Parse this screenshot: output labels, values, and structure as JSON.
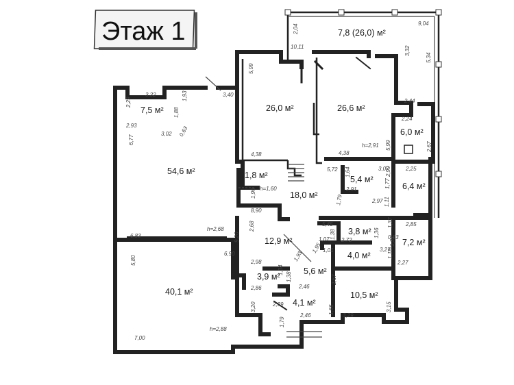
{
  "title": "Этаж 1",
  "areas": [
    {
      "id": "terrace",
      "label": "7,8 (26,0) м²"
    },
    {
      "id": "r7_5",
      "label": "7,5 м²"
    },
    {
      "id": "r26_0",
      "label": "26,0 м²"
    },
    {
      "id": "r26_6",
      "label": "26,6 м²"
    },
    {
      "id": "r6_0",
      "label": "6,0 м²"
    },
    {
      "id": "r54_6",
      "label": "54,6 м²"
    },
    {
      "id": "r1_8",
      "label": "1,8 м²"
    },
    {
      "id": "r5_4",
      "label": "5,4 м²"
    },
    {
      "id": "r6_4",
      "label": "6,4 м²"
    },
    {
      "id": "r18_0",
      "label": "18,0 м²"
    },
    {
      "id": "r3_8",
      "label": "3,8 м²"
    },
    {
      "id": "r12_9",
      "label": "12,9 м²"
    },
    {
      "id": "r7_2",
      "label": "7,2 м²"
    },
    {
      "id": "r4_0",
      "label": "4,0 м²"
    },
    {
      "id": "r3_9",
      "label": "3,9 м²"
    },
    {
      "id": "r5_6",
      "label": "5,6 м²"
    },
    {
      "id": "r40_1",
      "label": "40,1 м²"
    },
    {
      "id": "r10_5",
      "label": "10,5 м²"
    },
    {
      "id": "r4_1",
      "label": "4,1 м²"
    }
  ],
  "dimensions": [
    "2,04",
    "9,04",
    "10,11",
    "3,32",
    "5,34",
    "3,32",
    "1,93",
    "2,29",
    "3,40",
    "5,99",
    "2,44",
    "2,24",
    "1,88",
    "2,93",
    "3,02",
    "0,63",
    "6,77",
    "4,38",
    "4,38",
    "h=2,91",
    "5,99",
    "2,67",
    "5,72",
    "1,64",
    "3,07",
    "2,99",
    "2,25",
    "1,96",
    "h=1,60",
    "1,79",
    "2,91",
    "1,77",
    "2,97",
    "1,11",
    "8,90",
    "5,45",
    "1,37",
    "2,85",
    "h=2,68",
    "2,68",
    "9,20",
    "6,83",
    "1,38",
    "2,72",
    "1,36",
    "0,53",
    "1,07",
    "1,01",
    "3,27",
    "1,31",
    "5,80",
    "6,90",
    "2,98",
    "1,93",
    "1,95",
    "1,18",
    "2,27",
    "1,34",
    "2,67",
    "2,86",
    "1,38",
    "2,46",
    "3,20",
    "2,39",
    "1,66",
    "3,15",
    "h=2,88",
    "7,00",
    "1,79",
    "2,46",
    "3,29"
  ]
}
